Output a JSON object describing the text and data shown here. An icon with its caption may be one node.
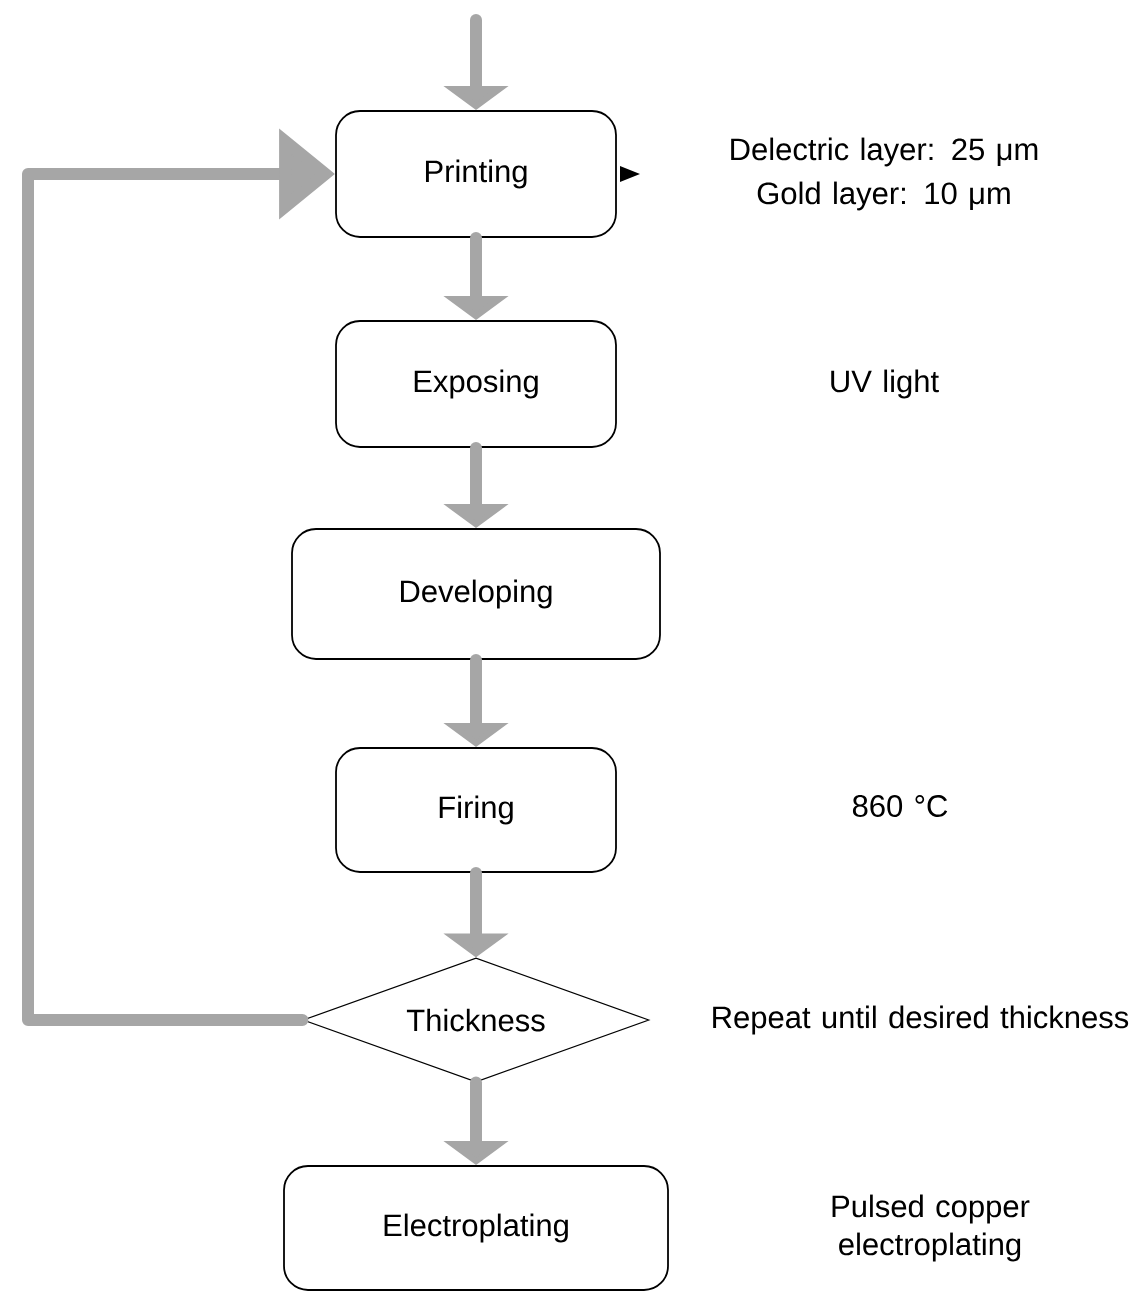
{
  "diagram": {
    "nodes": [
      {
        "text": [
          "Printing"
        ],
        "beside": [
          "Delectric layer: 25 μm",
          "Gold layer: 10 μm"
        ]
      },
      {
        "text": [
          "Exposing"
        ]
      },
      {
        "text": [
          "Developing"
        ]
      },
      {
        "text": [
          "Firing"
        ]
      },
      {
        "text": [
          "Thickness"
        ]
      },
      {
        "text": [
          "Electroplating"
        ]
      }
    ],
    "labels": [
      "UV light",
      "860 °C",
      "Repeat until desired thickness",
      "Pulsed copper electroplating"
    ],
    "edges": [
      {
        "from": null,
        "to": 0,
        "arrow": "to"
      },
      {
        "from": 0,
        "to": 1,
        "arrow": "to"
      },
      {
        "from": 1,
        "to": 2,
        "arrow": "to"
      },
      {
        "from": 2,
        "to": 3,
        "arrow": "to"
      },
      {
        "from": 3,
        "to": 4,
        "arrow": "to"
      },
      {
        "from": 4,
        "to": 5,
        "arrow": "to"
      },
      {
        "from": 4,
        "to": 0,
        "arrow": "to"
      }
    ]
  }
}
